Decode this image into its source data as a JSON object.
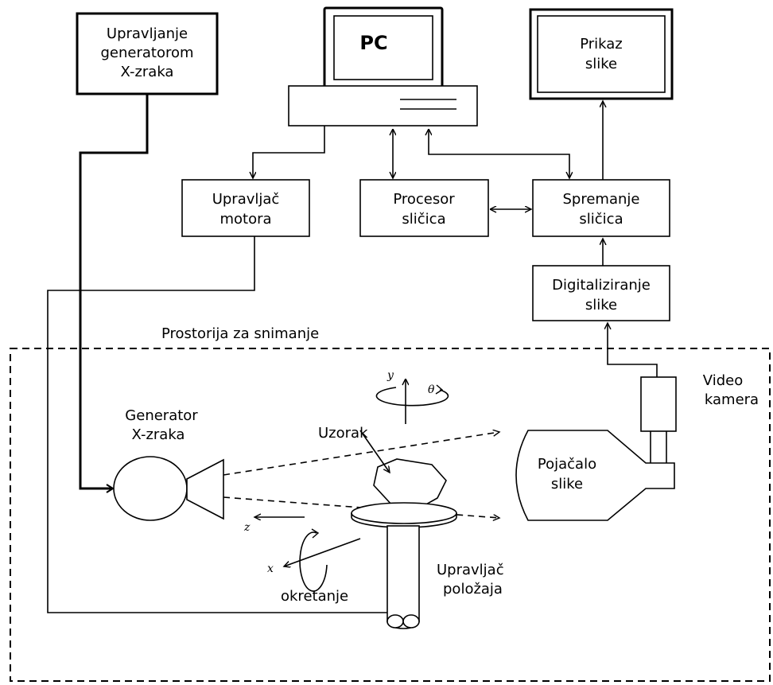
{
  "blocks": {
    "xray_control": [
      "Upravljanje",
      "generatorom",
      "X-zraka"
    ],
    "pc": "PC",
    "display": [
      "Prikaz",
      "slike"
    ],
    "motor_controller": [
      "Upravljač",
      "motora"
    ],
    "frame_processor": [
      "Procesor",
      "sličica"
    ],
    "frame_storage": [
      "Spremanje",
      "sličica"
    ],
    "digitization": [
      "Digitaliziranje",
      "slike"
    ]
  },
  "room_label": "Prostorija za snimanje",
  "components": {
    "xray_generator": [
      "Generator",
      "X-zraka"
    ],
    "sample": "Uzorak",
    "intensifier": [
      "Pojačalo",
      "slike"
    ],
    "camera": [
      "Video",
      "kamera"
    ],
    "position_controller": [
      "Upravljač",
      "položaja"
    ],
    "rotation": "okretanje"
  },
  "axes": {
    "y": "y",
    "theta": "θ",
    "z": "z",
    "x": "x"
  }
}
